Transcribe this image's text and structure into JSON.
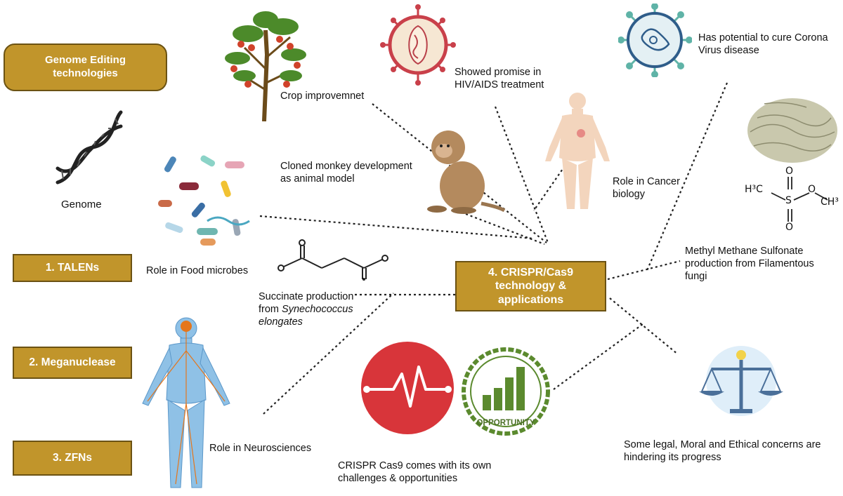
{
  "title_box": {
    "label": "Genome Editing technologies"
  },
  "genome": {
    "label": "Genome"
  },
  "methods": [
    {
      "label": "1. TALENs"
    },
    {
      "label": "2. Meganuclease"
    },
    {
      "label": "3. ZFNs"
    }
  ],
  "center": {
    "label": "4. CRISPR/Cas9 technology & applications"
  },
  "applications": {
    "crop": "Crop improvemnet",
    "hiv": "Showed promise in HIV/AIDS treatment",
    "corona": "Has potential to cure Corona Virus disease",
    "monkey": "Cloned monkey development as animal model",
    "cancer": "Role in Cancer biology",
    "food": "Role in Food microbes",
    "succinate_prefix": "Succinate production from",
    "succinate_species": "Synechococcus elongates",
    "mms": "Methyl Methane Sulfonate production from Filamentous fungi",
    "neuro": "Role in Neurosciences",
    "challenges": "CRISPR Cas9 comes with its own challenges & opportunities",
    "legal": "Some legal, Moral and Ethical concerns are hindering its progress"
  },
  "opportunity_badge": {
    "text": "OPPORTUNITY"
  },
  "chem": {
    "h3c": "H³C",
    "s": "S",
    "o1": "O",
    "o2": "O",
    "o3": "O",
    "ch3": "CH³"
  },
  "colors": {
    "box_fill": "#c1952b",
    "box_border": "#6b5213",
    "heartbeat_red": "#d8353a",
    "opportunity_green": "#5b8a2e"
  }
}
